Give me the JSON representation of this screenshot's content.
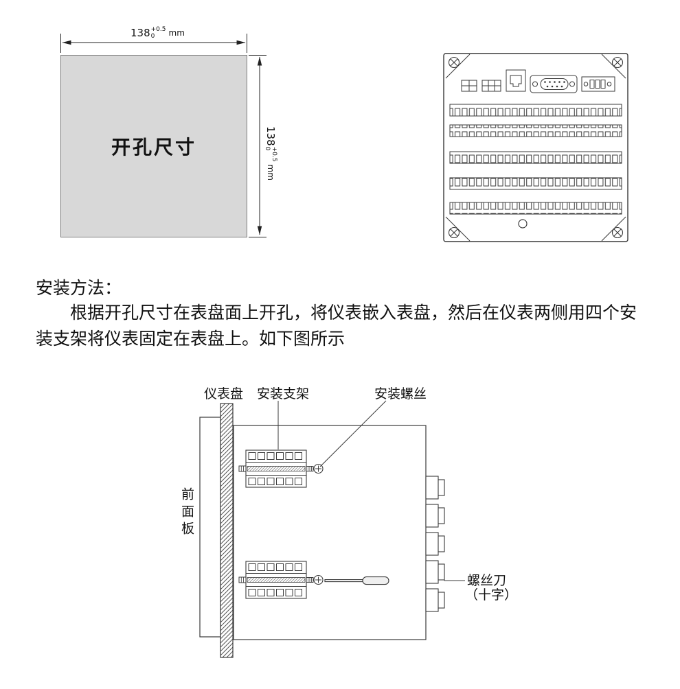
{
  "cutout": {
    "label": "开孔尺寸",
    "width": {
      "value": "138",
      "tol_top": "+0.5",
      "tol_bottom": "0",
      "unit": "mm"
    },
    "height": {
      "value": "138",
      "tol_top": "+0.5",
      "tol_bottom": "0",
      "unit": "mm"
    }
  },
  "instructions": {
    "heading": "安装方法：",
    "body": "根据开孔尺寸在表盘面上开孔，将仪表嵌入表盘，然后在仪表两侧用四个安装支架将仪表固定在表盘上。如下图所示"
  },
  "side_view": {
    "panel_label": "仪表盘",
    "bracket_label": "安装支架",
    "screw_label": "安装螺丝",
    "front_panel_label": "前面板",
    "screwdriver_label_line1": "螺丝刀",
    "screwdriver_label_line2": "（十字）"
  },
  "colors": {
    "diagram_line": "#3a3a3a",
    "cutout_fill": "#d8d8d8"
  }
}
